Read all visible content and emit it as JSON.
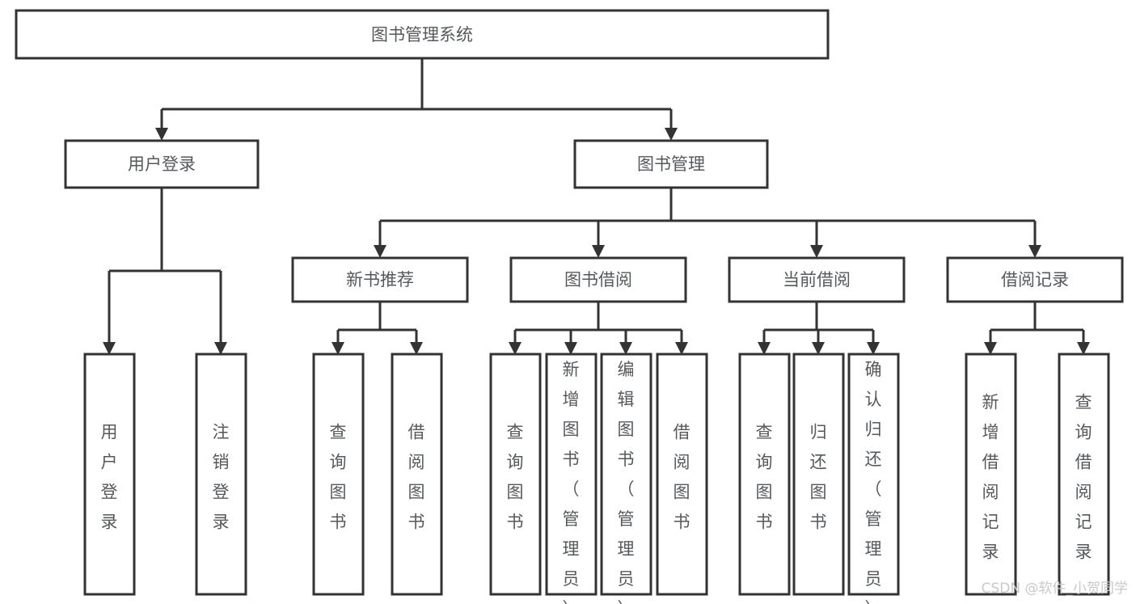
{
  "diagram": {
    "type": "tree-hierarchy",
    "title": "图书管理系统",
    "orientation": "top-down",
    "colors": {
      "box_stroke": "#333333",
      "box_fill": "#ffffff",
      "text": "#55595c",
      "connector": "#333333",
      "watermark": "#c9c9c9",
      "background": "#ffffff"
    },
    "root": {
      "id": "root",
      "label": "图书管理系统"
    },
    "level2": [
      {
        "id": "user-login",
        "label": "用户登录"
      },
      {
        "id": "book-management",
        "label": "图书管理"
      }
    ],
    "level3": [
      {
        "id": "new-book-recommend",
        "label": "新书推荐",
        "parent": "book-management"
      },
      {
        "id": "book-borrow",
        "label": "图书借阅",
        "parent": "book-management"
      },
      {
        "id": "current-borrow",
        "label": "当前借阅",
        "parent": "book-management"
      },
      {
        "id": "borrow-record",
        "label": "借阅记录",
        "parent": "book-management"
      }
    ],
    "leaves": [
      {
        "id": "leaf-user-login",
        "label": "用户登录",
        "parent": "user-login"
      },
      {
        "id": "leaf-logout-login",
        "label": "注销登录",
        "parent": "user-login"
      },
      {
        "id": "leaf-query-book-1",
        "label": "查询图书",
        "parent": "new-book-recommend"
      },
      {
        "id": "leaf-borrow-book-1",
        "label": "借阅图书",
        "parent": "new-book-recommend"
      },
      {
        "id": "leaf-query-book-2",
        "label": "查询图书",
        "parent": "book-borrow"
      },
      {
        "id": "leaf-add-book",
        "label": "新增图书（管理员）",
        "parent": "book-borrow"
      },
      {
        "id": "leaf-edit-book",
        "label": "编辑图书（管理员）",
        "parent": "book-borrow"
      },
      {
        "id": "leaf-borrow-book-2",
        "label": "借阅图书",
        "parent": "book-borrow"
      },
      {
        "id": "leaf-query-book-3",
        "label": "查询图书",
        "parent": "current-borrow"
      },
      {
        "id": "leaf-return-book",
        "label": "归还图书",
        "parent": "current-borrow"
      },
      {
        "id": "leaf-confirm-return",
        "label": "确认归还（管理员）",
        "parent": "current-borrow"
      },
      {
        "id": "leaf-add-borrow-record",
        "label": "新增借阅记录",
        "parent": "borrow-record"
      },
      {
        "id": "leaf-query-borrow-record",
        "label": "查询借阅记录",
        "parent": "borrow-record"
      }
    ],
    "watermark": "CSDN @软件_小贺同学"
  }
}
